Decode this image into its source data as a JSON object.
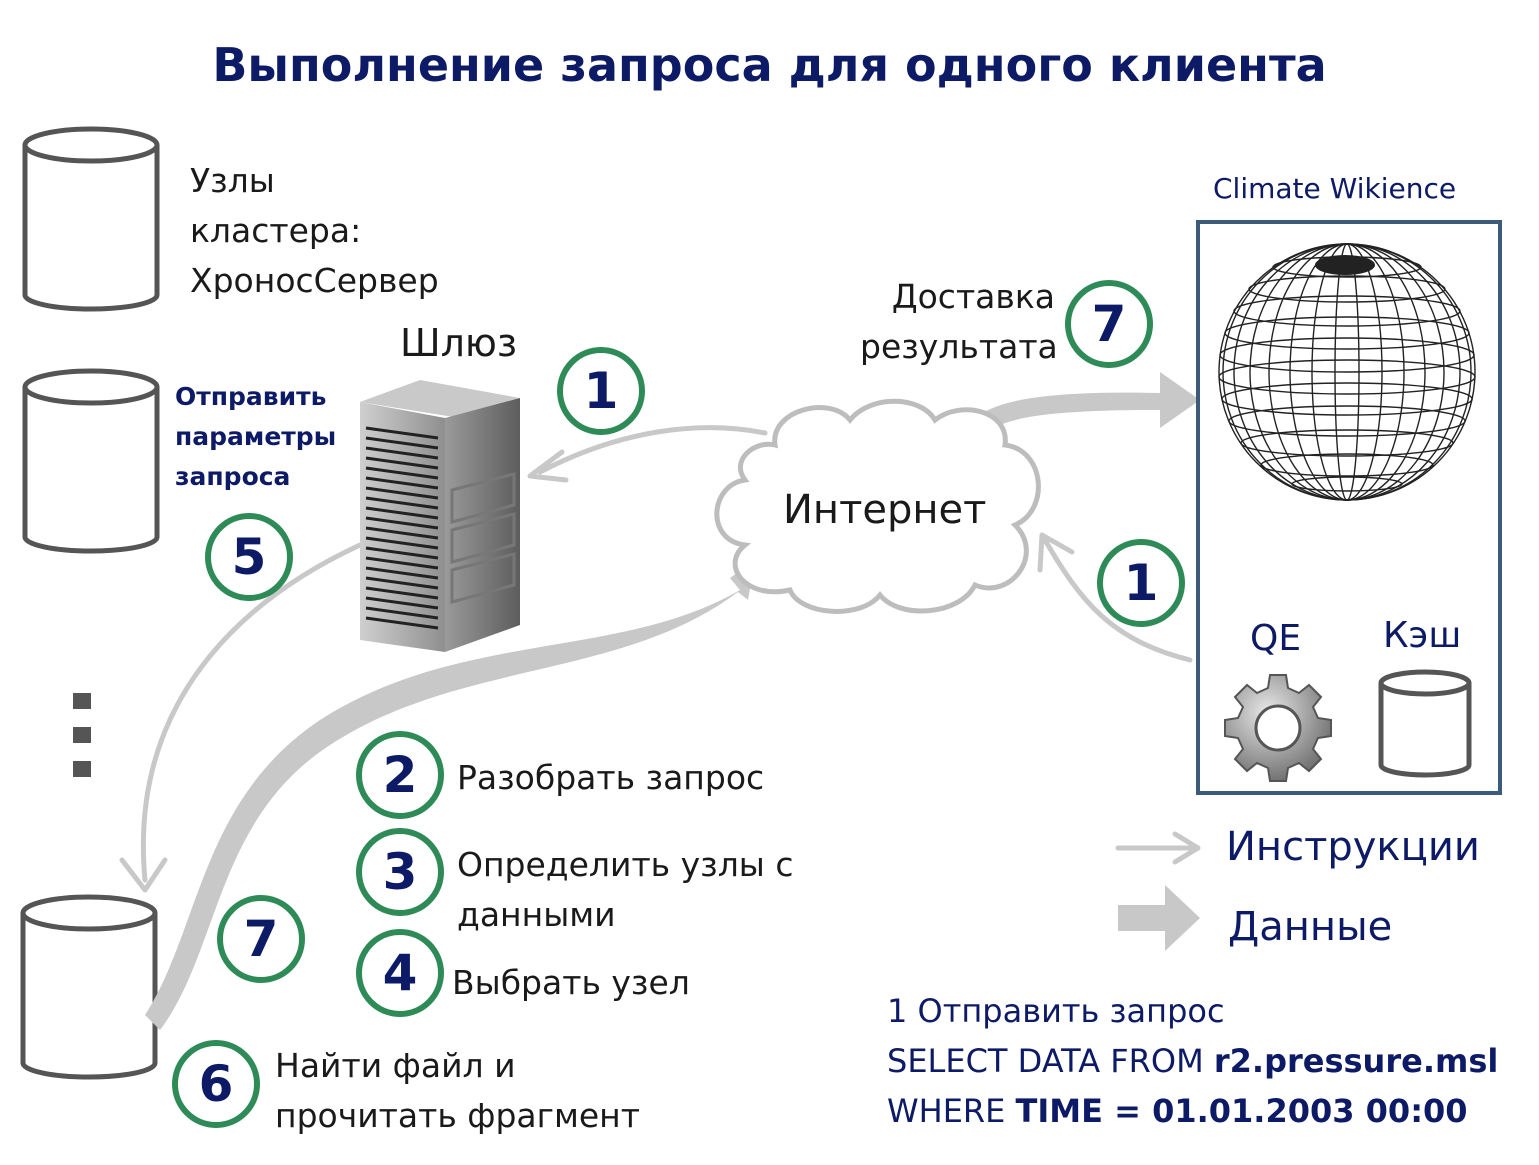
{
  "title": "Выполнение запроса для одного клиента",
  "cluster_nodes_label": [
    "Узлы",
    "кластера:",
    "ХроносСервер"
  ],
  "gateway_label": "Шлюз",
  "send_params_label": [
    "Отправить",
    "параметры",
    "запроса"
  ],
  "internet_label": "Интернет",
  "climate_label": "Climate Wikience",
  "qe_label": "QE",
  "cache_label": "Кэш",
  "delivery_label": [
    "Доставка",
    "результата"
  ],
  "steps": {
    "s1_top": "1",
    "s1_right": "1",
    "s2": "2",
    "s3": "3",
    "s4": "4",
    "s5": "5",
    "s6": "6",
    "s7_top": "7",
    "s7_bottom": "7"
  },
  "step_texts": {
    "s2": "Разобрать запрос",
    "s3": [
      "Определить узлы с",
      "данными"
    ],
    "s4": "Выбрать узел",
    "s6": [
      "Найти файл и",
      "прочитать фрагмент"
    ]
  },
  "legend": {
    "instructions": "Инструкции",
    "data": "Данные"
  },
  "query": {
    "line1": "1 Отправить запрос",
    "line2_prefix": "SELECT DATA FROM ",
    "line2_bold": "r2.pressure.msl",
    "line3_prefix": "WHERE ",
    "line3_bold": "TIME = 01.01.2003 00:00"
  },
  "colors": {
    "title": "#0d1a66",
    "badge_border": "#2e8b57",
    "box_border": "#3c5a7a",
    "arrow": "#c8c8c8"
  }
}
